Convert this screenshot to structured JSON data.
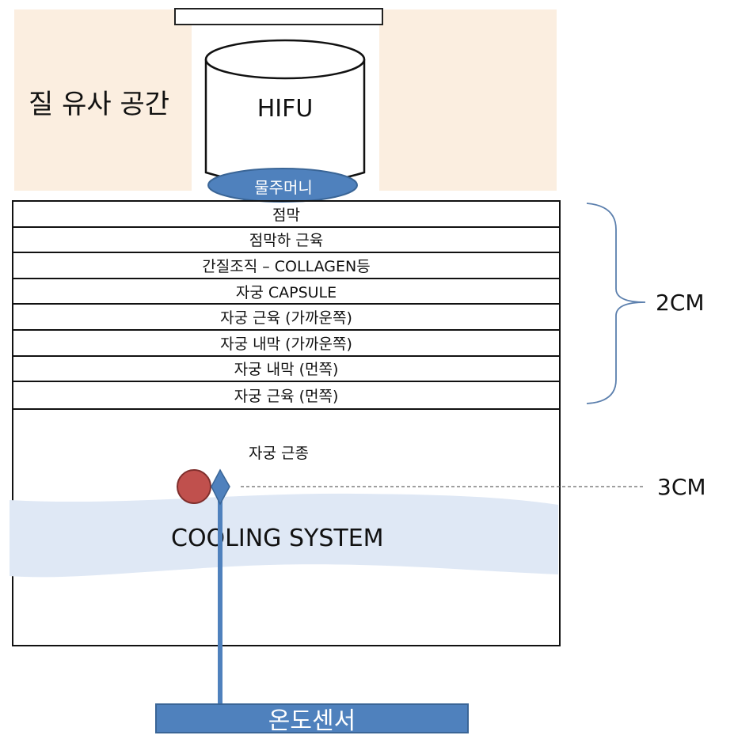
{
  "vagina_space_label": "질 유사 공간",
  "hifu_label": "HIFU",
  "water_bag_label": "물주머니",
  "layers": [
    "점막",
    "점막하 근육",
    "간질조직 – COLLAGEN등",
    "자궁 CAPSULE",
    "자궁 근육 (가까운쪽)",
    "자궁 내막 (가까운쪽)",
    "자궁 내막 (먼쪽)",
    "자궁 근육 (먼쪽)"
  ],
  "fibroid_label": "자궁 근종",
  "cooling_label": "COOLING SYSTEM",
  "dim_2cm": "2CM",
  "dim_3cm": "3CM",
  "sensor_label": "온도센서",
  "colors": {
    "peach": "#fbeee0",
    "water_bag": "#4f81bd",
    "cooling": "#dfe8f5",
    "fibroid": "#c0504d",
    "sensor": "#4f81bd",
    "brace": "#5b7fad"
  }
}
